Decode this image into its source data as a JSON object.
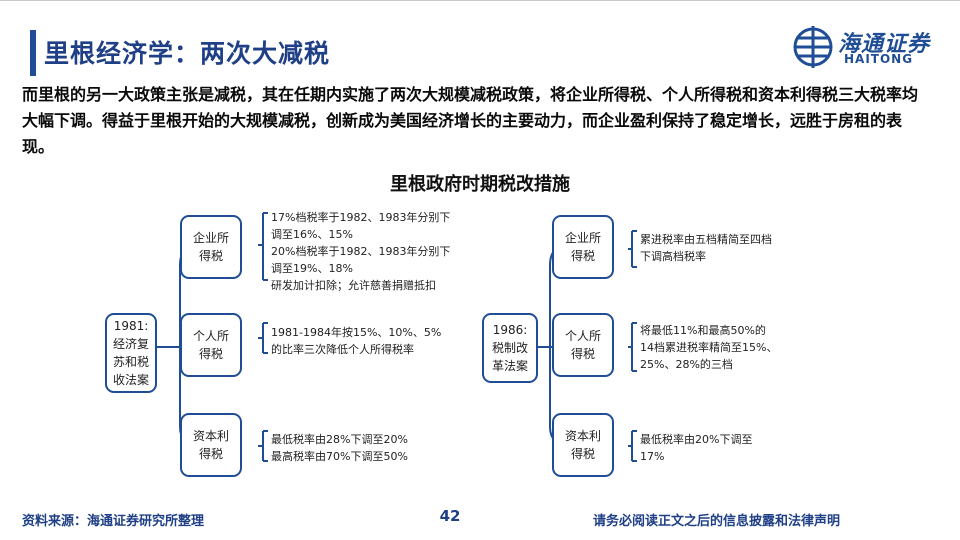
{
  "header": {
    "title": "里根经济学：两次大减税",
    "logo_cn": "海通证券",
    "logo_en": "HAITONG"
  },
  "intro": "而里根的另一大政策主张是减税，其在任期内实施了两次大规模减税政策，将企业所得税、个人所得税和资本利得税三大税率均大幅下调。得益于里根开始的大规模减税，创新成为美国经济增长的主要动力，而企业盈利保持了稳定增长，远胜于房租的表现。",
  "diagram": {
    "title": "里根政府时期税改措施",
    "left": {
      "root": [
        "1981:",
        "经济复",
        "苏和税",
        "收法案"
      ],
      "branches": [
        {
          "label": [
            "企业所",
            "得税"
          ],
          "notes": [
            "17%档税率于1982、1983年分别下",
            "调至16%、15%",
            "20%档税率于1982、1983年分别下",
            "调至19%、18%",
            "研发加计扣除；允许慈善捐赠抵扣"
          ]
        },
        {
          "label": [
            "个人所",
            "得税"
          ],
          "notes": [
            "1981-1984年按15%、10%、5%",
            "的比率三次降低个人所得税率"
          ]
        },
        {
          "label": [
            "资本利",
            "得税"
          ],
          "notes": [
            "最低税率由28%下调至20%",
            "最高税率由70%下调至50%"
          ]
        }
      ]
    },
    "right": {
      "root": [
        "1986:",
        "税制改",
        "革法案"
      ],
      "branches": [
        {
          "label": [
            "企业所",
            "得税"
          ],
          "notes": [
            "累进税率由五档精简至四档",
            "下调高档税率"
          ]
        },
        {
          "label": [
            "个人所",
            "得税"
          ],
          "notes": [
            "将最低11%和最高50%的",
            "14档累进税率精简至15%、",
            "25%、28%的三档"
          ]
        },
        {
          "label": [
            "资本利",
            "得税"
          ],
          "notes": [
            "最低税率由20%下调至",
            "17%"
          ]
        }
      ]
    }
  },
  "footer": {
    "source": "资料来源：海通证券研究所整理",
    "page": "42",
    "disclaimer": "请务必阅读正文之后的信息披露和法律声明"
  },
  "colors": {
    "brand_blue": "#1f4e96",
    "title_blue": "#1f3f86"
  }
}
